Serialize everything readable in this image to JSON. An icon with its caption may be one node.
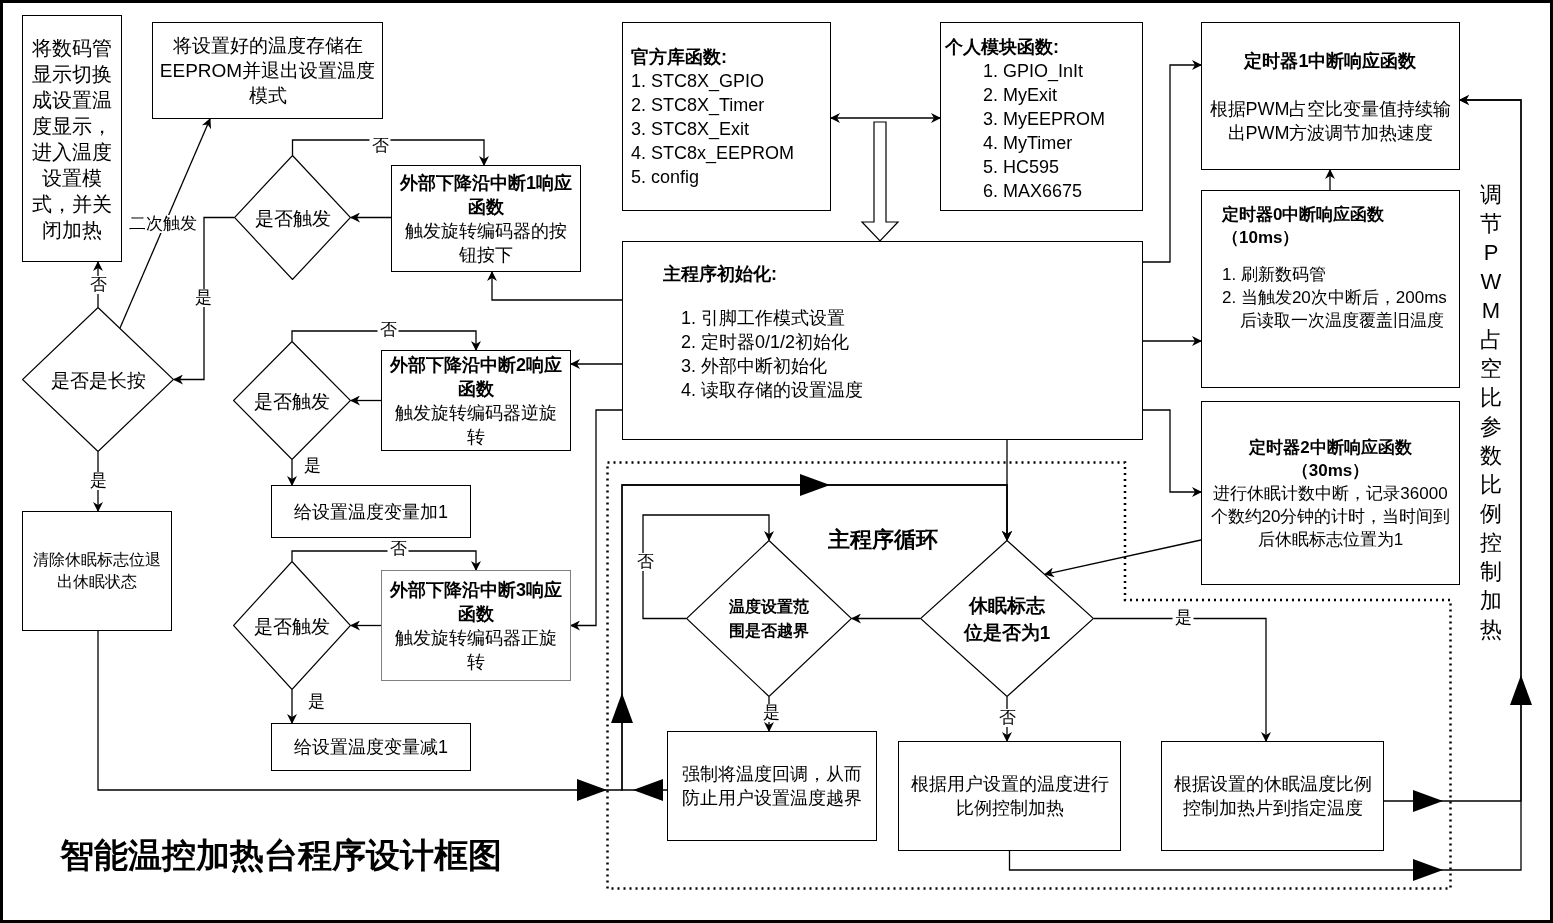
{
  "diagram": {
    "title": "智能温控加热台程序设计框图",
    "nodes": [
      {
        "text": [
          "将数码管显示切换成设置温度显示，进入温度设置模式，并关闭加热"
        ]
      },
      {
        "text": [
          "将设置好的温度存储在EEPROM并退出设置温度模式"
        ]
      },
      {
        "text": [
          "官方库函数:",
          "1. STC8X_GPIO",
          "2. STC8X_Timer",
          "3. STC8X_Exit",
          "4. STC8x_EEPROM",
          "5. config"
        ]
      },
      {
        "text": [
          "个人模块函数:",
          "1. GPIO_InIt",
          "2. MyExit",
          "3. MyEEPROM",
          "4. MyTimer",
          "5. HC595",
          "6. MAX6675"
        ]
      },
      {
        "text": [
          "定时器1中断响应函数",
          "根据PWM占空比变量值持续输出PWM方波调节加热速度"
        ]
      },
      {
        "text": [
          "是否触发"
        ]
      },
      {
        "text": [
          "外部下降沿中断1响应函数",
          "触发旋转编码器的按钮按下"
        ]
      },
      {
        "text": [
          "主程序初始化:",
          "1. 引脚工作模式设置",
          "2. 定时器0/1/2初始化",
          "3. 外部中断初始化",
          "4. 读取存储的设置温度"
        ]
      },
      {
        "text": [
          "定时器0中断响应函数（10ms）",
          "1. 刷新数码管",
          "2. 当触发20次中断后，200ms后读取一次温度覆盖旧温度"
        ]
      },
      {
        "text": [
          "是否是长按"
        ]
      },
      {
        "text": [
          "是否触发"
        ]
      },
      {
        "text": [
          "外部下降沿中断2响应函数",
          "触发旋转编码器逆旋转"
        ]
      },
      {
        "text": [
          "定时器2中断响应函数（30ms）",
          "进行休眠计数中断，记录36000个数约20分钟的计时，当时间到后休眠标志位置为1"
        ]
      },
      {
        "text": [
          "给设置温度变量加1"
        ]
      },
      {
        "text": [
          "清除休眠标志位退出休眠状态"
        ]
      },
      {
        "text": [
          "是否触发"
        ]
      },
      {
        "text": [
          "外部下降沿中断3响应函数",
          "触发旋转编码器正旋转"
        ]
      },
      {
        "text": [
          "给设置温度变量减1"
        ]
      },
      {
        "text": [
          "主程序循环"
        ]
      },
      {
        "text": [
          "温度设置范围是否越界"
        ],
        "in": 18
      },
      {
        "text": [
          "休眠标志位是否为1"
        ],
        "in": 18
      },
      {
        "text": [
          "强制将温度回调，从而防止用户设置温度越界"
        ],
        "in": 18
      },
      {
        "text": [
          "根据用户设置的温度进行比例控制加热"
        ],
        "in": 18
      },
      {
        "text": [
          "根据设置的休眠温度比例控制加热片到指定温度"
        ],
        "in": 18
      }
    ],
    "edges": [
      {
        "from": 2,
        "to": 3,
        "arrow": "both"
      },
      {
        "from": null,
        "to": 7,
        "arrow": "to",
        "style": "thick"
      },
      {
        "from": 7,
        "to": 4,
        "arrow": "to"
      },
      {
        "from": 7,
        "to": 8,
        "arrow": "to"
      },
      {
        "from": 7,
        "to": 12,
        "arrow": "to"
      },
      {
        "from": 8,
        "to": 4,
        "arrow": "to"
      },
      {
        "from": 7,
        "to": 6,
        "arrow": "to"
      },
      {
        "from": 7,
        "to": 11,
        "arrow": "to"
      },
      {
        "from": 7,
        "to": 16,
        "arrow": "to"
      },
      {
        "from": 6,
        "to": 5,
        "arrow": "to"
      },
      {
        "from": 5,
        "to": 6,
        "arrow": "to",
        "label": "否"
      },
      {
        "from": 5,
        "to": 9,
        "arrow": "to",
        "label": "是"
      },
      {
        "from": 9,
        "to": 0,
        "arrow": "to",
        "label": "否"
      },
      {
        "from": 9,
        "to": 1,
        "arrow": "to",
        "label": "二次触发"
      },
      {
        "from": 9,
        "to": 14,
        "arrow": "to",
        "label": "是"
      },
      {
        "from": 11,
        "to": 10,
        "arrow": "to"
      },
      {
        "from": 10,
        "to": 11,
        "arrow": "to",
        "label": "否"
      },
      {
        "from": 10,
        "to": 13,
        "arrow": "to",
        "label": "是"
      },
      {
        "from": 16,
        "to": 15,
        "arrow": "to"
      },
      {
        "from": 15,
        "to": 16,
        "arrow": "to",
        "label": "否"
      },
      {
        "from": 15,
        "to": 17,
        "arrow": "to",
        "label": "是"
      },
      {
        "from": 7,
        "to": 20,
        "arrow": "to"
      },
      {
        "from": 14,
        "to": 20,
        "arrow": "to"
      },
      {
        "from": 21,
        "to": 20,
        "arrow": "to"
      },
      {
        "from": 12,
        "to": 20,
        "arrow": "to"
      },
      {
        "from": 20,
        "to": 19,
        "arrow": "to"
      },
      {
        "from": 19,
        "to": 19,
        "arrow": "to",
        "label": "否"
      },
      {
        "from": 19,
        "to": 21,
        "arrow": "to",
        "label": "是"
      },
      {
        "from": 20,
        "to": 22,
        "arrow": "to",
        "label": "否"
      },
      {
        "from": 20,
        "to": 23,
        "arrow": "to",
        "label": "是"
      },
      {
        "from": 23,
        "to": 4,
        "arrow": "to"
      },
      {
        "from": 22,
        "to": 4,
        "arrow": "to"
      }
    ],
    "labels": [
      "调节PWM占空比参数比例控制加热"
    ]
  }
}
